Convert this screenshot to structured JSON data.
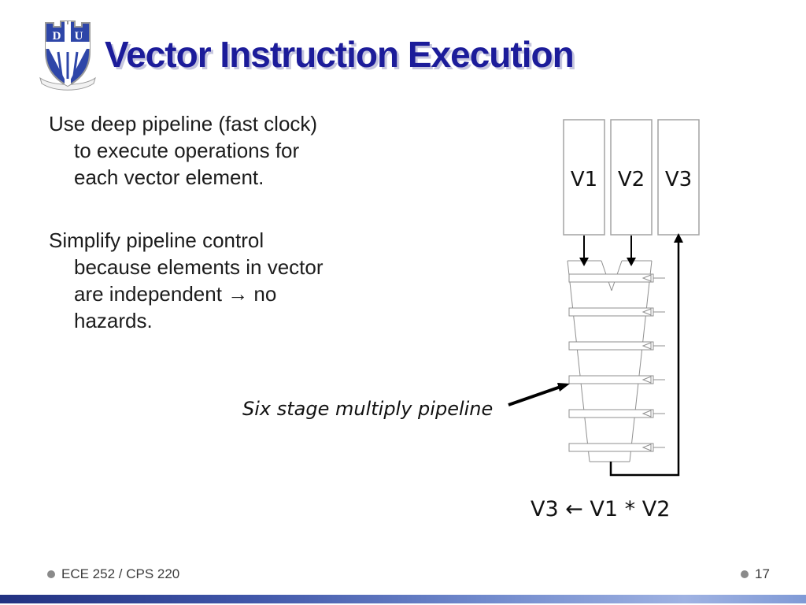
{
  "slide": {
    "title": "Vector Instruction Execution",
    "body": {
      "paragraph1": "Use deep pipeline (fast clock)\nto execute operations for\neach vector element.",
      "paragraph2": "Simplify pipeline control\nbecause elements in vector\nare independent → no\nhazards."
    },
    "diagram": {
      "registers": [
        {
          "label": "V1"
        },
        {
          "label": "V2"
        },
        {
          "label": "V3"
        }
      ],
      "stages": 6,
      "caption": "Six stage multiply pipeline",
      "equation": "V3 ← V1 * V2"
    },
    "logo": {
      "name": "duke-crest",
      "letter_left": "D",
      "letter_right": "U"
    },
    "footer": {
      "course": "ECE 252 / CPS 220",
      "page": "17"
    },
    "colors": {
      "title": "#1c1c9a",
      "title_shadow": "#c6c6de",
      "body_text": "#1c1c1c",
      "diagram_stroke": "#8f8f8f",
      "register_stroke": "#a3a3a3",
      "arrow": "#000000",
      "footer_bullet": "#8a8a8a",
      "logo_blue": "#2e46a8",
      "accent_bar_gradient": [
        "#223181",
        "#3f55a8",
        "#7089cc",
        "#9fb2e2",
        "#809ad6"
      ]
    }
  }
}
